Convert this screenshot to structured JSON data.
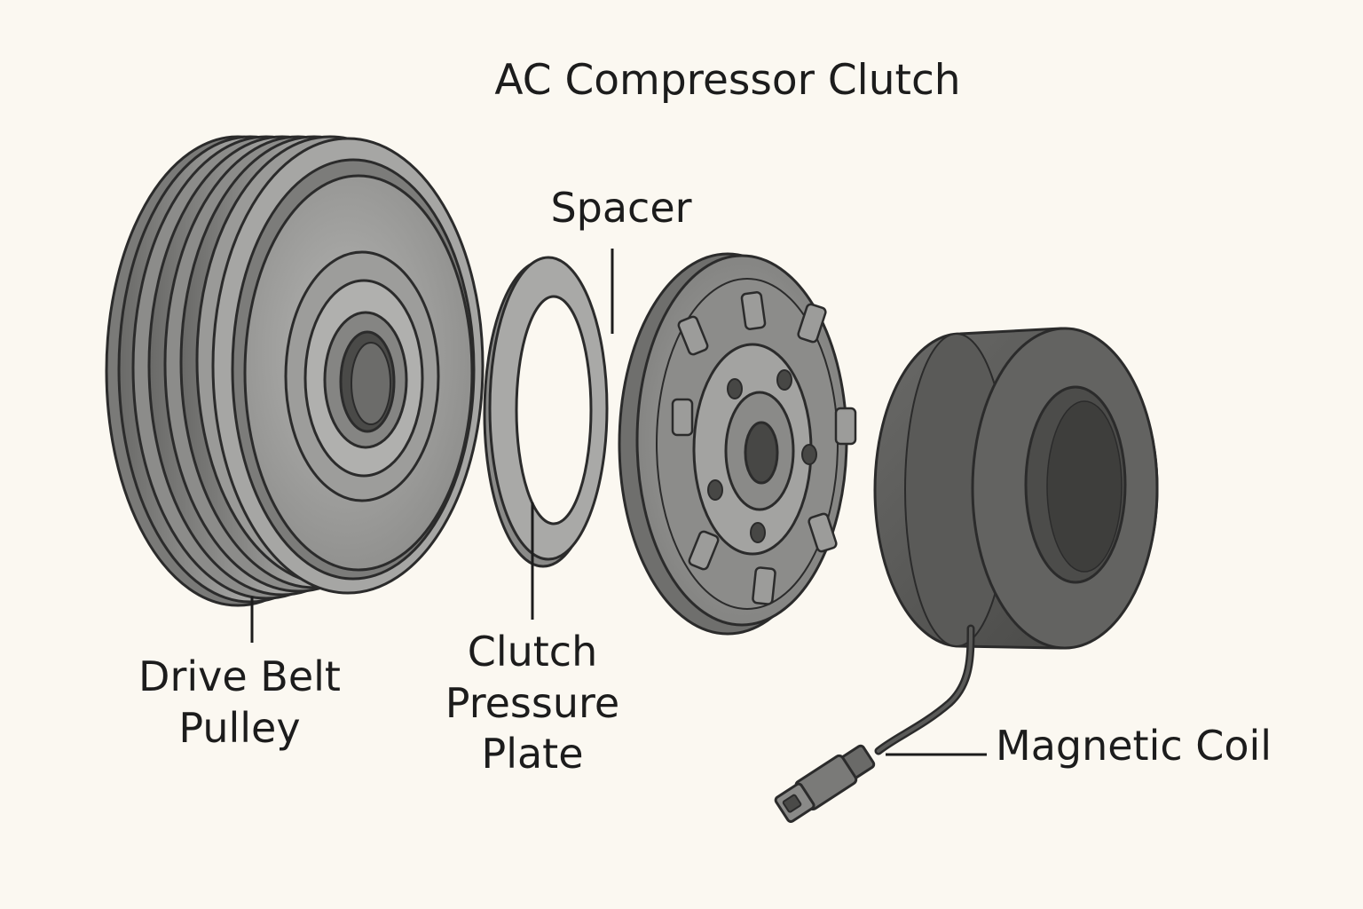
{
  "title": "AC Compressor Clutch",
  "labels": {
    "spacer": "Spacer",
    "drive_belt_pulley": [
      "Drive Belt",
      "Pulley"
    ],
    "clutch_pressure_plate": [
      "Clutch",
      "Pressure",
      "Plate"
    ],
    "magnetic_coil": "Magnetic Coil"
  },
  "colors": {
    "background": "#fbf8f1",
    "outline": "#2b2b2b",
    "metal_light": "#a9a9a7",
    "metal_mid": "#8d8d8b",
    "metal_dark": "#5c5c5a",
    "coil_body": "#525250",
    "text": "#1c1c1c"
  }
}
